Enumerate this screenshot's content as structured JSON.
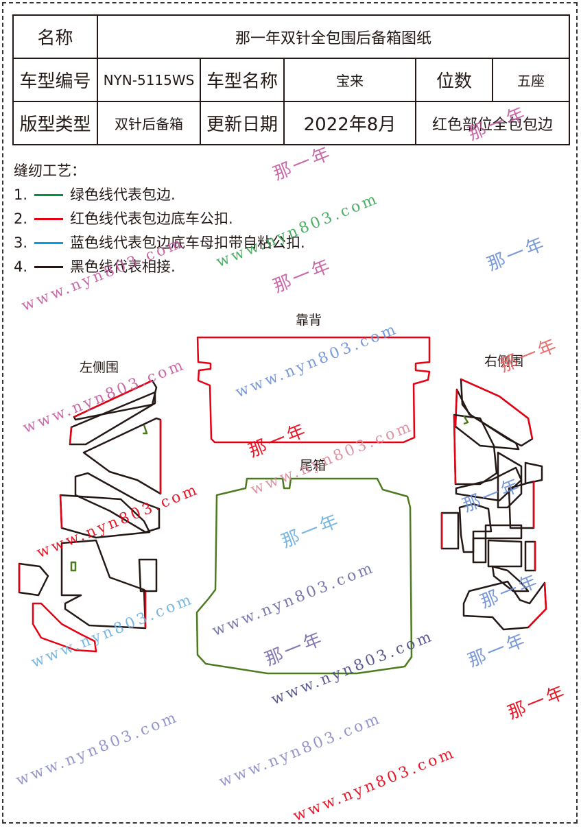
{
  "table": {
    "name_label": "名称",
    "name_value": "那一年双针全包围后备箱图纸",
    "model_code_label": "车型编号",
    "model_code_value": "NYN-5115WS",
    "model_name_label": "车型名称",
    "model_name_value": "宝来",
    "seats_label": "位数",
    "seats_value": "五座",
    "pattern_label": "版型类型",
    "pattern_value": "双针后备箱",
    "date_label": "更新日期",
    "date_value": "2022年8月",
    "note_value": "红色部位全包包边"
  },
  "sewing": {
    "title": "缝纫工艺：",
    "items": [
      {
        "num": "1.",
        "color": "#00923f",
        "text": "绿色线代表包边."
      },
      {
        "num": "2.",
        "color": "#e60012",
        "text": "红色线代表包边底车公扣."
      },
      {
        "num": "3.",
        "color": "#00a0e9",
        "text": "蓝色线代表包边底车母扣带自粘公扣."
      },
      {
        "num": "4.",
        "color": "#231815",
        "text": "黑色线代表相接."
      }
    ]
  },
  "labels": {
    "backrest": "靠背",
    "trunk": "尾箱",
    "left_side": "左侧围",
    "right_side": "右侧围"
  },
  "watermarks": {
    "url": "www.nyn803.com",
    "brand": "那一年"
  },
  "colors": {
    "green": "#4d7a1e",
    "red": "#e60012",
    "black": "#231815"
  }
}
